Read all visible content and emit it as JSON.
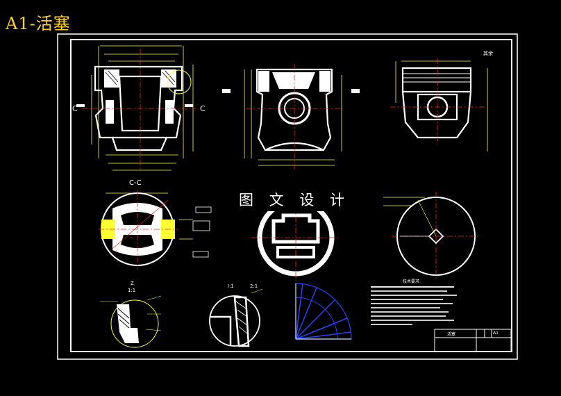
{
  "title": "A1-活塞",
  "watermark": "图 文 设 计",
  "section_label": "C-C",
  "view_c_left": "C",
  "view_c_right": "C",
  "detail_label_1": "Z",
  "detail_scale_1": "1:1",
  "detail_label_2": "I:1",
  "detail_scale_2": "2:1",
  "note_top_right": "其余",
  "tech_req_title": "技术要求",
  "title_block": {
    "name": "活塞",
    "code": "A1"
  },
  "colors": {
    "outline": "#ffffff",
    "dimension": "#ffff33",
    "centerline": "#ff2020",
    "hatch": "#ffffff",
    "accent": "#2244ff",
    "title": "#ffd21a"
  }
}
